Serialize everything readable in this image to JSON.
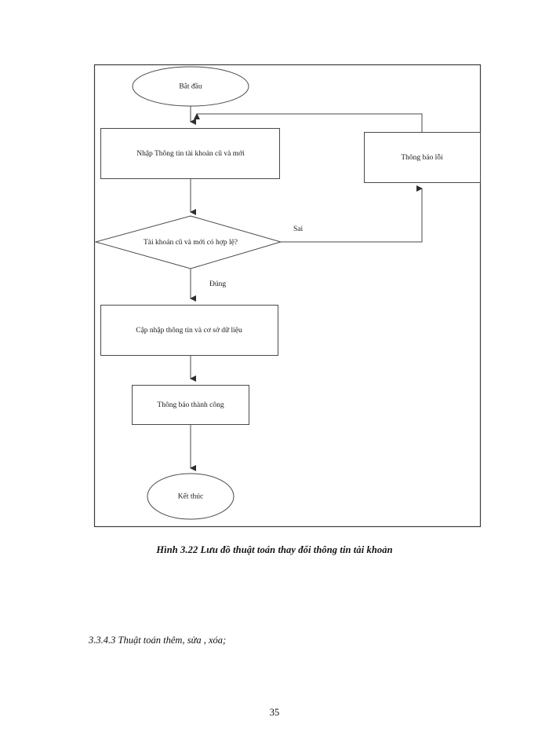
{
  "document": {
    "page_number": "35",
    "caption": "Hình 3.22 Lưu đồ thuật toán thay đổi thông tin tài khoản",
    "section_heading": "3.3.4.3 Thuật toán thêm, sửa , xóa;"
  },
  "flowchart": {
    "nodes": {
      "start": "Bắt đầu",
      "input": "Nhập Thông tin tài khoản cũ và mới",
      "decision": "Tài khoản cũ và mới có hợp lệ?",
      "error": "Thông báo lỗi",
      "update": "Cập nhập thông tin và cơ sở dữ liệu",
      "success": "Thông báo thành công",
      "end": "Kết thúc"
    },
    "edge_labels": {
      "false_branch": "Sai",
      "true_branch": "Đúng"
    },
    "colors": {
      "stroke": "#4a4a4a",
      "frame": "#3c3c3c",
      "text": "#1a1a1a",
      "background": "#ffffff"
    }
  }
}
